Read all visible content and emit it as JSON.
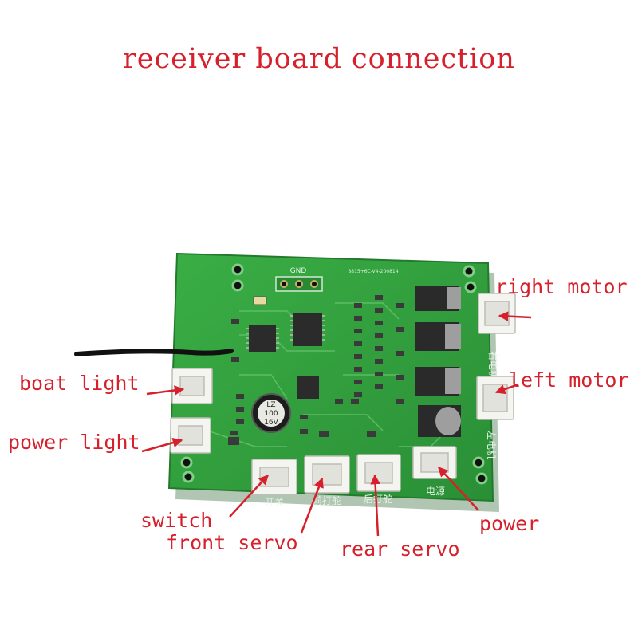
{
  "title": "receiver board connection",
  "labels": {
    "right_motor": "right motor",
    "left_motor": "left motor",
    "boat_light": "boat light",
    "power_light": "power light",
    "switch": "switch",
    "front_servo": "front servo",
    "rear_servo": "rear servo",
    "power": "power"
  },
  "board_silkscreen": {
    "gnd": "GND",
    "part_number": "8815+6C-V4-200814",
    "cap_marking": [
      "LZ",
      "100",
      "16V"
    ],
    "port_switch": "开关",
    "port_front": "前打舵",
    "port_rear": "后打舵",
    "port_power": "电源",
    "side_right": "右电机",
    "side_left": "左电机"
  },
  "colors": {
    "annotation": "#d6202c",
    "board": "#2f9f3c",
    "connector": "#f4f4f0"
  }
}
